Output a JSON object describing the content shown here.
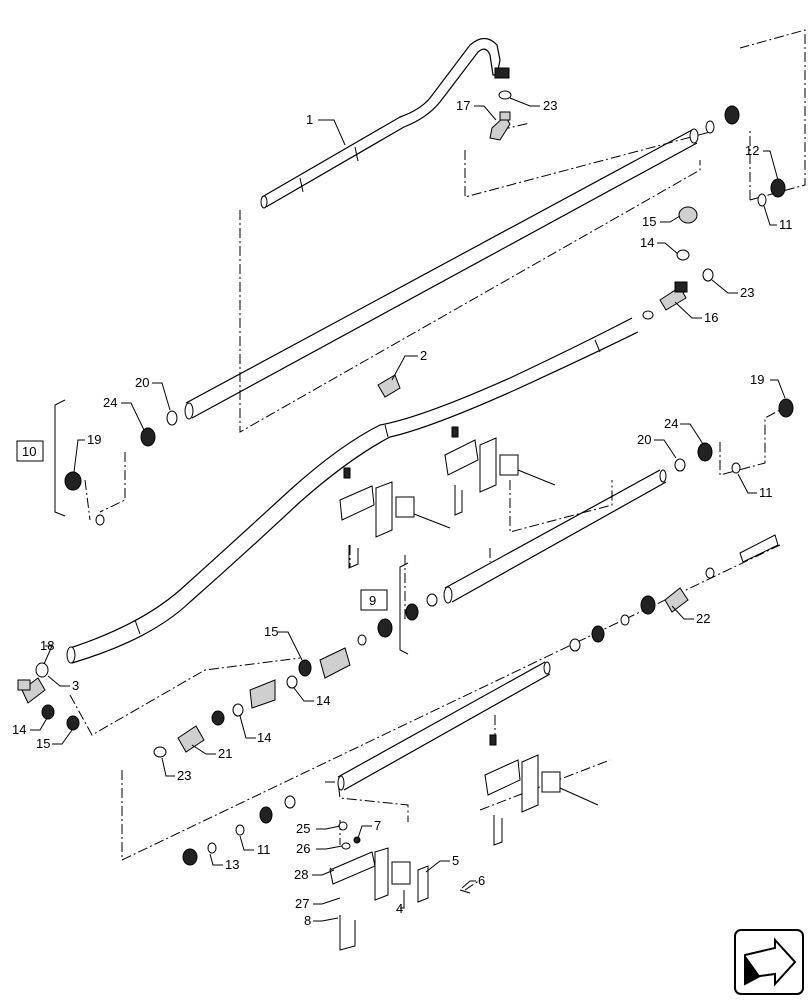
{
  "callouts": [
    {
      "id": "c1",
      "label": "1"
    },
    {
      "id": "c17",
      "label": "17"
    },
    {
      "id": "c23a",
      "label": "23"
    },
    {
      "id": "c12",
      "label": "12"
    },
    {
      "id": "c11a",
      "label": "11"
    },
    {
      "id": "c15a",
      "label": "15"
    },
    {
      "id": "c14a",
      "label": "14"
    },
    {
      "id": "c23b",
      "label": "23"
    },
    {
      "id": "c16",
      "label": "16"
    },
    {
      "id": "c2",
      "label": "2"
    },
    {
      "id": "c20a",
      "label": "20"
    },
    {
      "id": "c24a",
      "label": "24"
    },
    {
      "id": "c10",
      "label": "10"
    },
    {
      "id": "c19a",
      "label": "19"
    },
    {
      "id": "c19b",
      "label": "19"
    },
    {
      "id": "c24b",
      "label": "24"
    },
    {
      "id": "c20b",
      "label": "20"
    },
    {
      "id": "c11b",
      "label": "11"
    },
    {
      "id": "c9",
      "label": "9"
    },
    {
      "id": "c22",
      "label": "22"
    },
    {
      "id": "c18",
      "label": "18"
    },
    {
      "id": "c3",
      "label": "3"
    },
    {
      "id": "c15b",
      "label": "15"
    },
    {
      "id": "c14b",
      "label": "14"
    },
    {
      "id": "c14c",
      "label": "14"
    },
    {
      "id": "c15c",
      "label": "15"
    },
    {
      "id": "c14d",
      "label": "14"
    },
    {
      "id": "c21",
      "label": "21"
    },
    {
      "id": "c23c",
      "label": "23"
    },
    {
      "id": "c25",
      "label": "25"
    },
    {
      "id": "c7",
      "label": "7"
    },
    {
      "id": "c26",
      "label": "26"
    },
    {
      "id": "c28",
      "label": "28"
    },
    {
      "id": "c5",
      "label": "5"
    },
    {
      "id": "c6",
      "label": "6"
    },
    {
      "id": "c4",
      "label": "4"
    },
    {
      "id": "c27",
      "label": "27"
    },
    {
      "id": "c8",
      "label": "8"
    },
    {
      "id": "c11c",
      "label": "11"
    },
    {
      "id": "c13",
      "label": "13"
    }
  ],
  "nav_icon": "arrow-navigation-icon"
}
